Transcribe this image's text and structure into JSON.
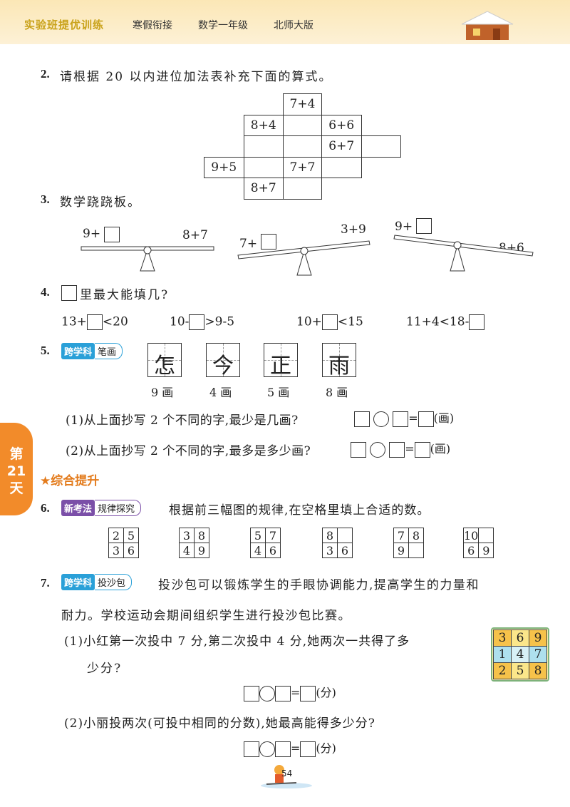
{
  "header": {
    "title": "实验班提优训练",
    "subtitle_1": "寒假衔接",
    "subtitle_2": "数学一年级",
    "subtitle_3": "北师大版"
  },
  "q2": {
    "num": "2.",
    "text": "请根据 20 以内进位加法表补充下面的算式。",
    "rows": [
      [
        "",
        "",
        "7+4",
        "",
        "",
        ""
      ],
      [
        "",
        "8+4",
        "",
        "6+6",
        "",
        ""
      ],
      [
        "",
        "",
        "",
        "6+7",
        "",
        ""
      ],
      [
        "9+5",
        "",
        "7+7",
        "",
        "",
        ""
      ],
      [
        "",
        "8+7",
        "",
        "",
        "",
        ""
      ]
    ]
  },
  "q3": {
    "num": "3.",
    "text": "数学跷跷板。",
    "seesaws": [
      {
        "left": "9+",
        "right": "8+7"
      },
      {
        "left": "7+",
        "right": "3+9"
      },
      {
        "left": "9+",
        "right": "8+6"
      }
    ]
  },
  "q4": {
    "num": "4.",
    "text": "里最大能填几?",
    "items": [
      {
        "pre": "13+",
        "post": "<20"
      },
      {
        "pre": "10-",
        "post": ">9-5"
      },
      {
        "pre": "10+",
        "post": "<15"
      },
      {
        "pre": "11+4<18-",
        "post": ""
      }
    ]
  },
  "q5": {
    "num": "5.",
    "badge": "跨学科",
    "badge_sub": "笔画",
    "chars": [
      {
        "char": "怎",
        "strokes": "9 画"
      },
      {
        "char": "今",
        "strokes": "4 画"
      },
      {
        "char": "正",
        "strokes": "5 画"
      },
      {
        "char": "雨",
        "strokes": "8 画"
      }
    ],
    "sub1": "(1)从上面抄写 2 个不同的字,最少是几画?",
    "sub2": "(2)从上面抄写 2 个不同的字,最多是多少画?",
    "unit": "(画)"
  },
  "sidebar": {
    "text": "第21天"
  },
  "section": {
    "title": "综合提升"
  },
  "q6": {
    "num": "6.",
    "badge": "新考法",
    "badge_sub": "规律探究",
    "text": "根据前三幅图的规律,在空格里填上合适的数。",
    "grids": [
      [
        [
          "2",
          "5"
        ],
        [
          "3",
          "6"
        ]
      ],
      [
        [
          "3",
          "8"
        ],
        [
          "4",
          "9"
        ]
      ],
      [
        [
          "5",
          "7"
        ],
        [
          "4",
          "6"
        ]
      ],
      [
        [
          "8",
          ""
        ],
        [
          "3",
          "6"
        ]
      ],
      [
        [
          "7",
          "8"
        ],
        [
          "9",
          ""
        ]
      ],
      [
        [
          "10",
          ""
        ],
        [
          "6",
          "9"
        ]
      ]
    ]
  },
  "q7": {
    "num": "7.",
    "badge": "跨学科",
    "badge_sub": "投沙包",
    "text_1": "投沙包可以锻炼学生的手眼协调能力,提高学生的力量和",
    "text_2": "耐力。学校运动会期间组织学生进行投沙包比赛。",
    "sub1_a": "(1)小红第一次投中 7 分,第二次投中 4 分,她两次一共得了多",
    "sub1_b": "少分?",
    "sub2": "(2)小丽投两次(可投中相同的分数),她最高能得多少分?",
    "unit": "(分)",
    "board": [
      [
        "3",
        "6",
        "9"
      ],
      [
        "1",
        "4",
        "7"
      ],
      [
        "2",
        "5",
        "8"
      ]
    ]
  },
  "page_number": "54"
}
